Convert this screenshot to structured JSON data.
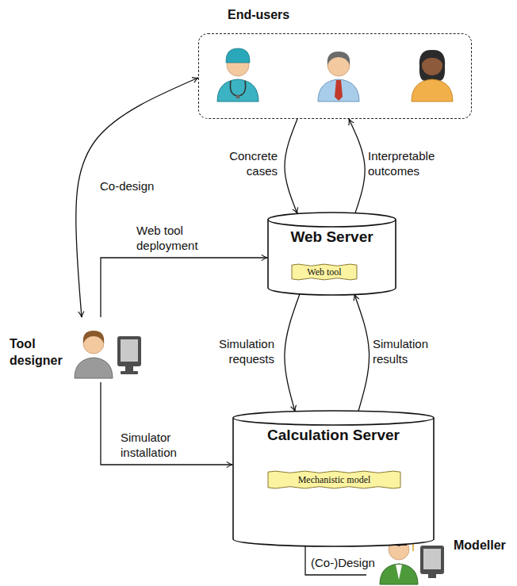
{
  "diagram": {
    "nodes": [
      {
        "text": [
          "End-users"
        ]
      },
      {
        "text": [
          "Web Server"
        ]
      },
      {
        "text": [
          "Web tool"
        ],
        "in": 1
      },
      {
        "text": [
          "Tool designer"
        ]
      },
      {
        "text": [
          "Calculation Server"
        ]
      },
      {
        "text": [
          "Mechanistic model"
        ],
        "in": 4
      },
      {
        "text": [
          "Modeller"
        ]
      }
    ],
    "edges": [
      {
        "from": 0,
        "to": 1,
        "label": "Concrete cases",
        "arrow": "to"
      },
      {
        "from": 1,
        "to": 0,
        "label": "Interpretable outcomes",
        "arrow": "to"
      },
      {
        "from": 3,
        "to": 0,
        "label": "Co-design",
        "arrow": "both"
      },
      {
        "from": 3,
        "to": 1,
        "label": "Web tool deployment",
        "arrow": "to"
      },
      {
        "from": 1,
        "to": 4,
        "label": "Simulation requests",
        "arrow": "to"
      },
      {
        "from": 4,
        "to": 1,
        "label": "Simulation results",
        "arrow": "to"
      },
      {
        "from": 3,
        "to": 4,
        "label": "Simulator installation",
        "arrow": "to"
      },
      {
        "from": 6,
        "to": 5,
        "label": "(Co-)Design",
        "arrow": "to"
      }
    ]
  }
}
